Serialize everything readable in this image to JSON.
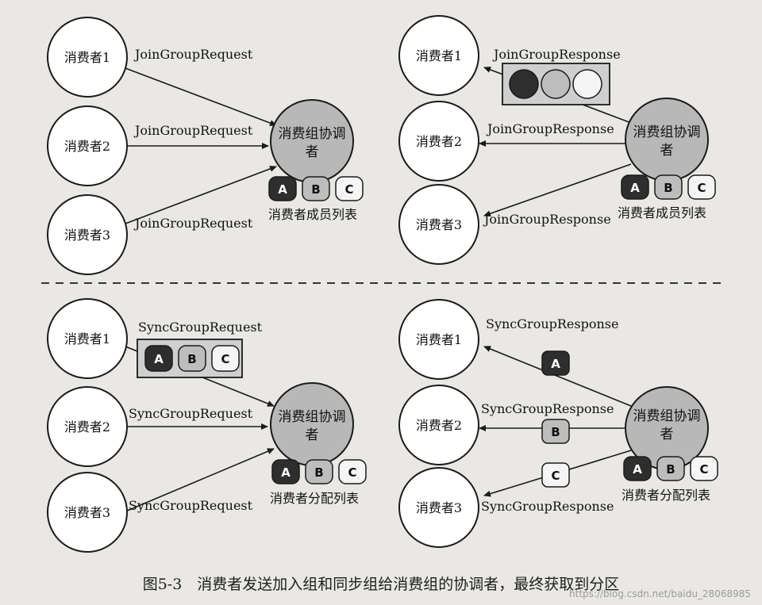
{
  "top": {
    "left": {
      "consumers": [
        "消费者1",
        "消费者2",
        "消费者3"
      ],
      "request_labels": [
        "JoinGroupRequest",
        "JoinGroupRequest",
        "JoinGroupRequest"
      ],
      "coordinator": [
        "消费组协调",
        "者"
      ],
      "chips": [
        "A",
        "B",
        "C"
      ],
      "list_label": "消费者成员列表"
    },
    "right": {
      "consumers": [
        "消费者1",
        "消费者2",
        "消费者3"
      ],
      "response_labels": [
        "JoinGroupResponse",
        "JoinGroupResponse",
        "JoinGroupResponse"
      ],
      "coordinator": [
        "消费组协调",
        "者"
      ],
      "chips": [
        "A",
        "B",
        "C"
      ],
      "list_label": "消费者成员列表"
    }
  },
  "bottom": {
    "left": {
      "consumers": [
        "消费者1",
        "消费者2",
        "消费者3"
      ],
      "request_labels": [
        "SyncGroupRequest",
        "SyncGroupRequest",
        "SyncGroupRequest"
      ],
      "request_chips": [
        "A",
        "B",
        "C"
      ],
      "coordinator": [
        "消费组协调",
        "者"
      ],
      "chips": [
        "A",
        "B",
        "C"
      ],
      "list_label": "消费者分配列表"
    },
    "right": {
      "consumers": [
        "消费者1",
        "消费者2",
        "消费者3"
      ],
      "response_labels": [
        "SyncGroupResponse",
        "SyncGroupResponse",
        "SyncGroupResponse"
      ],
      "response_chips": [
        "A",
        "B",
        "C"
      ],
      "coordinator": [
        "消费组协调",
        "者"
      ],
      "chips": [
        "A",
        "B",
        "C"
      ],
      "list_label": "消费者分配列表"
    }
  },
  "colors": {
    "dark": "#2e2e2e",
    "mid": "#bdbdbd",
    "light": "#f5f5f5",
    "coordinator_fill": "#b8b8b8",
    "node_fill": "#ffffff",
    "stroke": "#1a1a1a"
  },
  "caption": "图5-3　消费者发送加入组和同步组给消费组的协调者，最终获取到分区",
  "watermark": "https://blog.csdn.net/baidu_28068985"
}
